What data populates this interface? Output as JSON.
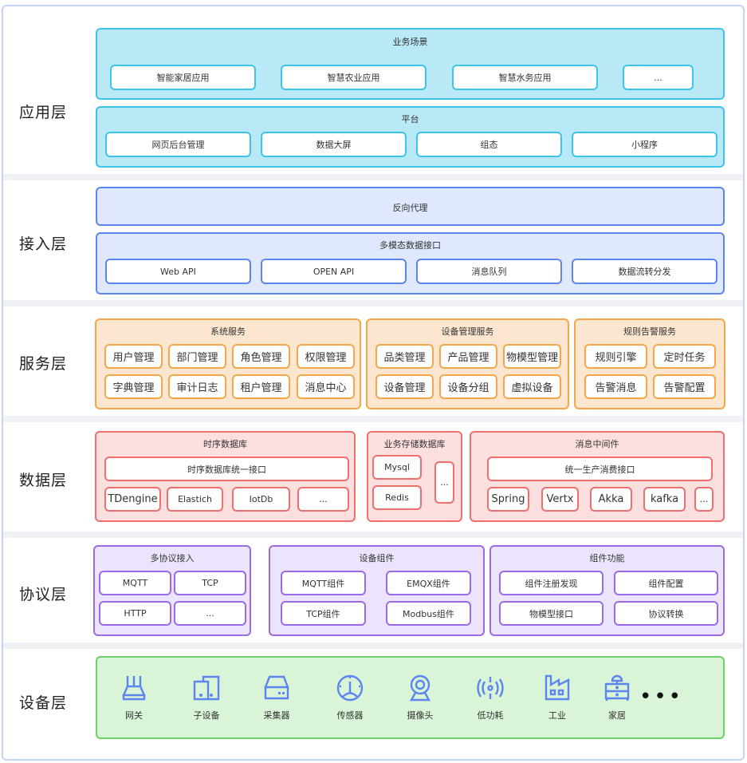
{
  "layers": {
    "application": {
      "label": "应用层",
      "scenarios": {
        "title": "业务场景",
        "items": [
          "智能家居应用",
          "智慧农业应用",
          "智慧水务应用",
          "..."
        ]
      },
      "platform": {
        "title": "平台",
        "items": [
          "网页后台管理",
          "数据大屏",
          "组态",
          "小程序"
        ]
      }
    },
    "access": {
      "label": "接入层",
      "proxy": {
        "title": "反向代理"
      },
      "interface": {
        "title": "多模态数据接口",
        "items": [
          "Web API",
          "OPEN API",
          "消息队列",
          "数据流转分发"
        ]
      }
    },
    "service": {
      "label": "服务层",
      "system": {
        "title": "系统服务",
        "items": [
          "用户管理",
          "部门管理",
          "角色管理",
          "权限管理",
          "字典管理",
          "审计日志",
          "租户管理",
          "消息中心"
        ]
      },
      "device": {
        "title": "设备管理服务",
        "items": [
          "品类管理",
          "产品管理",
          "物模型管理",
          "设备管理",
          "设备分组",
          "虚拟设备"
        ]
      },
      "rule": {
        "title": "规则告警服务",
        "items": [
          "规则引擎",
          "定时任务",
          "告警消息",
          "告警配置"
        ]
      }
    },
    "data": {
      "label": "数据层",
      "tsdb": {
        "title": "时序数据库",
        "unified": "时序数据库统一接口",
        "items": [
          "TDengine",
          "Elastich",
          "IotDb",
          "..."
        ]
      },
      "bizdb": {
        "title": "业务存储数据库",
        "items": [
          "Mysql",
          "Redis",
          "..."
        ]
      },
      "mq": {
        "title": "消息中间件",
        "unified": "统一生产消费接口",
        "items": [
          "Spring",
          "Vertx",
          "Akka",
          "kafka",
          "..."
        ]
      }
    },
    "protocol": {
      "label": "协议层",
      "multi": {
        "title": "多协议接入",
        "items": [
          "MQTT",
          "TCP",
          "HTTP",
          "..."
        ]
      },
      "components": {
        "title": "设备组件",
        "items": [
          "MQTT组件",
          "EMQX组件",
          "TCP组件",
          "Modbus组件"
        ]
      },
      "functions": {
        "title": "组件功能",
        "items": [
          "组件注册发现",
          "组件配置",
          "物模型接口",
          "协议转换"
        ]
      }
    },
    "device": {
      "label": "设备层",
      "items": [
        {
          "label": "网关",
          "icon": "gateway-icon"
        },
        {
          "label": "子设备",
          "icon": "sub-device-icon"
        },
        {
          "label": "采集器",
          "icon": "collector-icon"
        },
        {
          "label": "传感器",
          "icon": "sensor-icon"
        },
        {
          "label": "摄像头",
          "icon": "camera-icon"
        },
        {
          "label": "低功耗",
          "icon": "low-power-icon"
        },
        {
          "label": "工业",
          "icon": "factory-icon"
        },
        {
          "label": "家居",
          "icon": "home-furniture-icon"
        }
      ],
      "more": "•••"
    }
  },
  "colors": {
    "application": "#3cc5ea",
    "access": "#5c86ef",
    "service": "#f5a648",
    "data": "#ef6f6c",
    "protocol": "#9b6ae8",
    "device": "#6fd06a",
    "icon": "#5c86ef"
  }
}
